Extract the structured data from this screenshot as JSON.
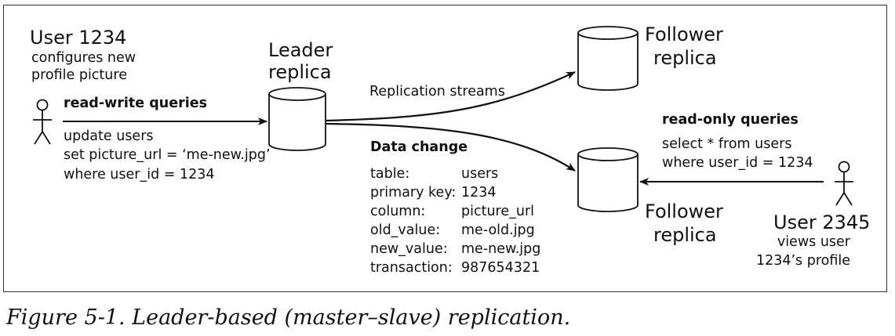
{
  "user_writer": {
    "title": "User 1234",
    "desc_line1": "configures new",
    "desc_line2": "profile picture"
  },
  "leader": {
    "line1": "Leader",
    "line2": "replica"
  },
  "follower_top": {
    "line1": "Follower",
    "line2": "replica"
  },
  "follower_bottom": {
    "line1": "Follower",
    "line2": "replica"
  },
  "write_queries": {
    "heading": "read-write queries",
    "line1": "update users",
    "line2": "set picture_url = ‘me-new.jpg’",
    "line3": "where user_id = 1234"
  },
  "replication_streams_label": "Replication streams",
  "data_change": {
    "heading": "Data change",
    "rows": [
      {
        "key": "table:",
        "value": "users"
      },
      {
        "key": "primary key:",
        "value": "1234"
      },
      {
        "key": "column:",
        "value": "picture_url"
      },
      {
        "key": "old_value:",
        "value": "me-old.jpg"
      },
      {
        "key": "new_value:",
        "value": "me-new.jpg"
      },
      {
        "key": "transaction:",
        "value": "987654321"
      }
    ]
  },
  "read_queries": {
    "heading": "read-only queries",
    "line1": "select * from users",
    "line2": "where user_id = 1234"
  },
  "user_reader": {
    "title": "User 2345",
    "desc_line1": "views user",
    "desc_line2": "1234’s profile"
  },
  "caption": "Figure 5-1. Leader-based (master–slave) replication."
}
